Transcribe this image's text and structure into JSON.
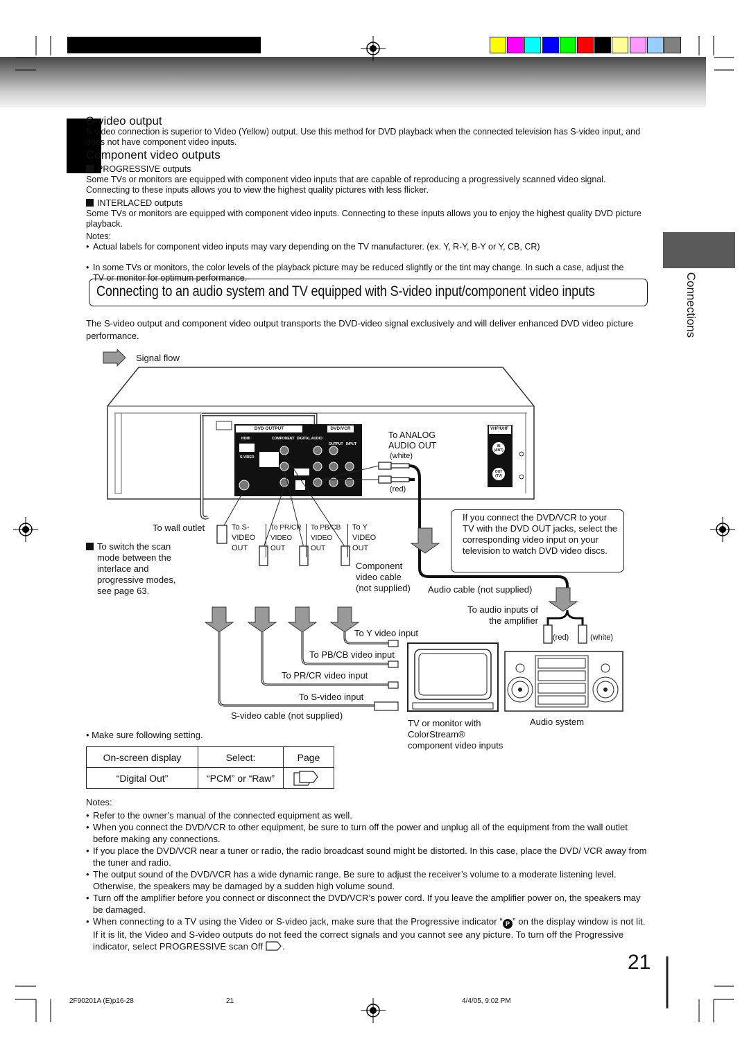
{
  "header": {
    "swatches": [
      "#ffff00",
      "#ff00ff",
      "#00ffff",
      "#0000ff",
      "#00ff00",
      "#ff0000",
      "#000000",
      "#ffff99",
      "#ff99ff",
      "#99ccff",
      "#808080"
    ],
    "side_tab_label": "Connections"
  },
  "svideo": {
    "heading": "S-video output",
    "body": "S-video connection is superior to Video (Yellow) output. Use this method for DVD playback when the connected television has S-video input, and does not have component video inputs."
  },
  "component": {
    "heading": "Component video outputs",
    "progressive_label": "PROGRESSIVE outputs",
    "progressive_body": "Some TVs or monitors are equipped with component video inputs that are capable of reproducing a progressively scanned video signal. Connecting to these inputs allows you to view the highest quality pictures with less flicker.",
    "interlaced_label": "INTERLACED outputs",
    "interlaced_body": "Some TVs or monitors are equipped with component video inputs. Connecting to these inputs allows you to enjoy the highest quality DVD picture playback.",
    "notes_label": "Notes:",
    "notes": [
      "Actual labels for component video inputs may vary depending on the TV manufacturer. (ex. Y, R-Y, B-Y or Y, CB, CR)",
      "In some TVs or monitors, the color levels of the playback picture may be reduced slightly or the tint may change. In such a case, adjust the TV or monitor for optimum performance."
    ]
  },
  "section": {
    "title": "Connecting to an audio system and TV equipped with S-video input/component video inputs",
    "intro": "The S-video output and component video output transports the DVD-video signal exclusively and will deliver enhanced DVD video picture performance."
  },
  "diagram": {
    "signal_flow": "Signal flow",
    "panel_dvd_output": "DVD OUTPUT",
    "panel_dvd_vcr": "DVD/VCR",
    "panel_vhf_uhf": "VHF/UHF",
    "panel_hdmi": "HDMI",
    "panel_component": "COMPONENT",
    "panel_digital_audio": "DIGITAL AUDIO",
    "panel_output": "OUTPUT",
    "panel_input": "INPUT",
    "panel_svideo": "S-VIDEO",
    "panel_in": "IN",
    "panel_ant": "(ANT)",
    "panel_out": "OUT",
    "panel_tv": "(TV)",
    "to_analog_audio_out": [
      "To ANALOG",
      "AUDIO OUT"
    ],
    "white": "(white)",
    "red": "(red)",
    "to_wall_outlet": "To wall outlet",
    "switch_scan_note": [
      "To switch the scan",
      "mode between the",
      "interlace and",
      "progressive modes,",
      "see page 63."
    ],
    "jack_labels": [
      [
        "To S-",
        "VIDEO",
        "OUT"
      ],
      [
        "To PR/CR",
        "VIDEO",
        "OUT"
      ],
      [
        "To PB/CB",
        "VIDEO",
        "OUT"
      ],
      [
        "To Y",
        "VIDEO",
        "OUT"
      ]
    ],
    "dvd_out_note": "If you connect the DVD/VCR to your TV with the DVD OUT jacks, select the corresponding video input on your television to watch DVD video discs.",
    "component_cable": [
      "Component",
      "video cable",
      "(not supplied)"
    ],
    "audio_cable": "Audio cable (not supplied)",
    "to_audio_inputs": [
      "To audio inputs of",
      "the amplifier"
    ],
    "red2": "(red)",
    "white2": "(white)",
    "to_y_input": "To Y video input",
    "to_pb_input": "To PB/CB video input",
    "to_pr_input": "To PR/CR video input",
    "to_svideo_input": "To S-video input",
    "svideo_cable": "S-video cable (not supplied)",
    "tv_label": [
      "TV or monitor with",
      "ColorStream®",
      "component video inputs"
    ],
    "audio_system": "Audio system"
  },
  "setting": {
    "intro": "Make sure following setting.",
    "headers": [
      "On-screen display",
      "Select:",
      "Page"
    ],
    "row": [
      "“Digital Out”",
      "“PCM” or “Raw”",
      ""
    ]
  },
  "bottom_notes": {
    "label": "Notes:",
    "items": [
      "Refer to the owner’s manual of the connected equipment as well.",
      "When you connect the DVD/VCR to other equipment, be sure to turn off the power and unplug all of the equipment from the wall outlet before making any connections.",
      "If you place the DVD/VCR near a tuner or radio, the radio broadcast sound might be distorted. In this case, place the DVD/ VCR away from the tuner and radio.",
      "The output sound of the DVD/VCR has a wide dynamic range. Be sure to adjust the receiver’s volume to a moderate listening level. Otherwise, the speakers may be damaged by a sudden high volume sound.",
      "Turn off the amplifier before you connect or disconnect the DVD/VCR’s power cord. If you leave the amplifier power on, the speakers may be damaged."
    ],
    "last_part1": "When connecting to a TV using the Video or S-video jack, make sure that the Progressive indicator “",
    "last_part2": "” on the display window is not lit. If it is lit, the Video and S-video outputs do not feed the correct signals and you cannot see any picture. To turn off the Progressive indicator, select PROGRESSIVE scan Off",
    "last_end": ".",
    "p_indicator": "P"
  },
  "footer": {
    "page_number": "21",
    "file": "2F90201A (E)p16-28",
    "mid": "21",
    "date": "4/4/05, 9:02 PM"
  }
}
